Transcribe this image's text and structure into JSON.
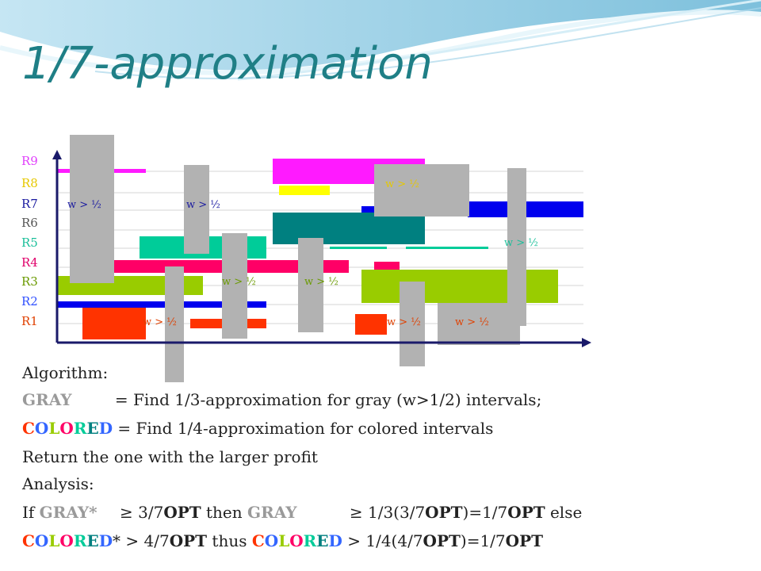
{
  "title": "1/7-approximation",
  "row_labels": [
    {
      "text": "R9",
      "color": "#e040fb"
    },
    {
      "text": "R8",
      "color": "#e6c800"
    },
    {
      "text": "R7",
      "color": "#1a1aa0"
    },
    {
      "text": "R6",
      "color": "#555555"
    },
    {
      "text": "R5",
      "color": "#1bbf9a"
    },
    {
      "text": "R4",
      "color": "#e0006a"
    },
    {
      "text": "R3",
      "color": "#6a9a00"
    },
    {
      "text": "R2",
      "color": "#3050ff"
    },
    {
      "text": "R1",
      "color": "#e04000"
    }
  ],
  "gray_label": "w > ½",
  "colors": {
    "R9": "#ff1aff",
    "R8": "#ffff00",
    "R7": "#0000ee",
    "R6": "#008080",
    "R5": "#00cc99",
    "R4": "#ff0066",
    "R3": "#99cc00",
    "R2": "#0000ee",
    "R1": "#ff3300",
    "gray": "#b2b2b2"
  },
  "text": {
    "algorithm": "Algorithm:",
    "gray_word": "GRAY",
    "gray_rest": " = Find  1/3-approximation for gray (w>1/2) intervals;",
    "colored_rest": " = Find  1/4-approximation for colored intervals",
    "return_line": "Return the one with the larger profit",
    "analysis": "Analysis:",
    "if_word": "If ",
    "gray_star": "GRAY*",
    "ge1": " ≥ 3/7",
    "opt": "OPT",
    "then": " then ",
    "gray2": "GRAY",
    "ge2": " ≥ 1/3(3/7",
    "opt2": "OPT",
    "eq1": ")=1/7",
    "opt3": "OPT",
    "else": " else",
    "star_gt": "* > 4/7",
    "opt4": "OPT",
    "thus": " thus ",
    "gt2": " > 1/4(4/7",
    "opt5": "OPT",
    "eq2": ")=1/7",
    "opt6": "OPT"
  },
  "colored_letters": [
    {
      "ch": "C",
      "color": "#ff3300"
    },
    {
      "ch": "O",
      "color": "#3366ff"
    },
    {
      "ch": "L",
      "color": "#99cc00"
    },
    {
      "ch": "O",
      "color": "#ff0066"
    },
    {
      "ch": "R",
      "color": "#00cc99"
    },
    {
      "ch": "E",
      "color": "#008080"
    },
    {
      "ch": "D",
      "color": "#3366ff"
    }
  ]
}
